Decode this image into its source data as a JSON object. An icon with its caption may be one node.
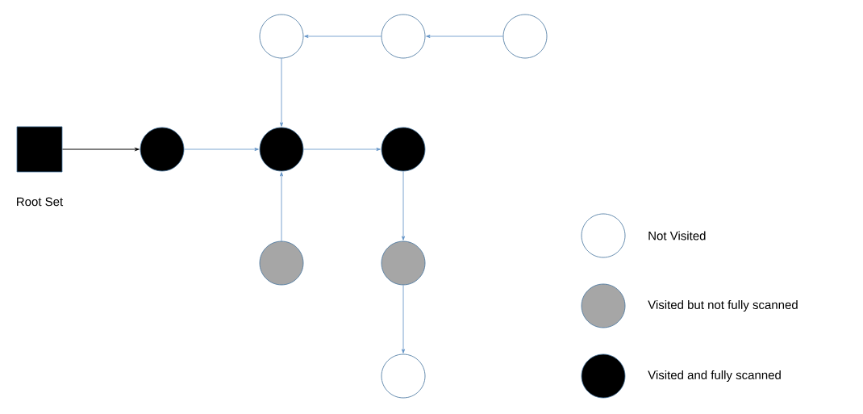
{
  "diagram": {
    "nodes": [
      {
        "text": [],
        "shape": "circle"
      },
      {
        "text": [],
        "shape": "circle"
      },
      {
        "text": [],
        "shape": "circle"
      },
      {
        "text": [],
        "shape": "box",
        "beside": [
          "Root Set"
        ]
      },
      {
        "text": [],
        "shape": "circle"
      },
      {
        "text": [],
        "shape": "circle"
      },
      {
        "text": [],
        "shape": "circle"
      },
      {
        "text": [],
        "shape": "circle"
      },
      {
        "text": [],
        "shape": "circle"
      },
      {
        "text": [],
        "shape": "circle"
      }
    ],
    "edges": [
      {
        "from": 2,
        "to": 1,
        "arrow": "to"
      },
      {
        "from": 1,
        "to": 0,
        "arrow": "to"
      },
      {
        "from": 0,
        "to": 5,
        "arrow": "to"
      },
      {
        "from": 3,
        "to": 4,
        "arrow": "to",
        "color": "#000000"
      },
      {
        "from": 4,
        "to": 5,
        "arrow": "to"
      },
      {
        "from": 5,
        "to": 6,
        "arrow": "to"
      },
      {
        "from": 7,
        "to": 5,
        "arrow": "to"
      },
      {
        "from": 6,
        "to": 8,
        "arrow": "to"
      },
      {
        "from": 8,
        "to": 9,
        "arrow": "to"
      }
    ],
    "legend": [
      {
        "text": "Not Visited"
      },
      {
        "text": "Visited but not fully scanned",
        "color": "#a6a6a6"
      },
      {
        "text": "Visited and fully scanned",
        "color": "#000000"
      }
    ]
  }
}
